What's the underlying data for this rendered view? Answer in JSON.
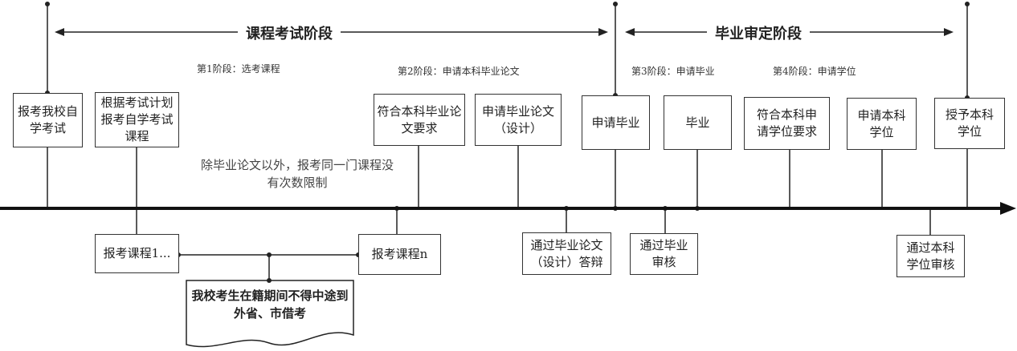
{
  "phases": {
    "exam": "课程考试阶段",
    "graduation": "毕业审定阶段"
  },
  "stages": [
    "第1阶段：选考课程",
    "第2阶段：申请本科毕业论文",
    "第3阶段：申请毕业",
    "第4阶段：申请学位"
  ],
  "upper_boxes": [
    "报考我校自学考试",
    "根据考试计划报考自学考试课程",
    "符合本科毕业论文要求",
    "申请毕业论文（设计）",
    "申请毕业",
    "毕业",
    "符合本科申请学位要求",
    "申请本科学位",
    "授予本科学位"
  ],
  "lower_boxes": [
    "报考课程1...",
    "报考课程n",
    "通过毕业论文（设计）答辩",
    "通过毕业审核",
    "通过本科学位审核"
  ],
  "note": "除毕业论文以外，报考同一门课程没有次数限制",
  "document_note": "我校考生在籍期间不得中途到外省、市借考"
}
